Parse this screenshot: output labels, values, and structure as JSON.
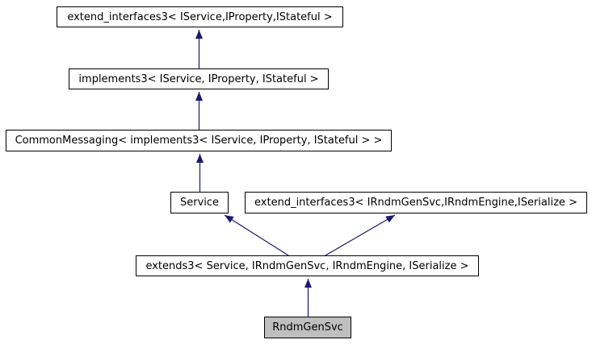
{
  "diagram": {
    "type": "class-inheritance-graph",
    "colors": {
      "background": "#ffffff",
      "node_border": "#000000",
      "node_fill": "#ffffff",
      "highlight_node_fill": "#bfbfbf",
      "edge": "#191970",
      "text": "#000000"
    },
    "nodes": [
      {
        "id": "extend_interfaces3_iservice",
        "label": "extend_interfaces3< IService,IProperty,IStateful >",
        "highlighted": false
      },
      {
        "id": "implements3",
        "label": "implements3< IService, IProperty, IStateful >",
        "highlighted": false
      },
      {
        "id": "common_messaging",
        "label": "CommonMessaging< implements3< IService, IProperty, IStateful > >",
        "highlighted": false
      },
      {
        "id": "service",
        "label": "Service",
        "highlighted": false
      },
      {
        "id": "extend_interfaces3_irndmgensvc",
        "label": "extend_interfaces3< IRndmGenSvc,IRndmEngine,ISerialize >",
        "highlighted": false
      },
      {
        "id": "extends3",
        "label": "extends3< Service, IRndmGenSvc, IRndmEngine, ISerialize >",
        "highlighted": false
      },
      {
        "id": "rndm_gen_svc",
        "label": "RndmGenSvc",
        "highlighted": true
      }
    ],
    "edges": [
      {
        "from": "implements3",
        "to": "extend_interfaces3_iservice",
        "style": "solid"
      },
      {
        "from": "common_messaging",
        "to": "implements3",
        "style": "solid"
      },
      {
        "from": "service",
        "to": "common_messaging",
        "style": "solid"
      },
      {
        "from": "extends3",
        "to": "service",
        "style": "solid"
      },
      {
        "from": "extends3",
        "to": "extend_interfaces3_irndmgensvc",
        "style": "solid"
      },
      {
        "from": "rndm_gen_svc",
        "to": "extends3",
        "style": "solid"
      }
    ]
  }
}
